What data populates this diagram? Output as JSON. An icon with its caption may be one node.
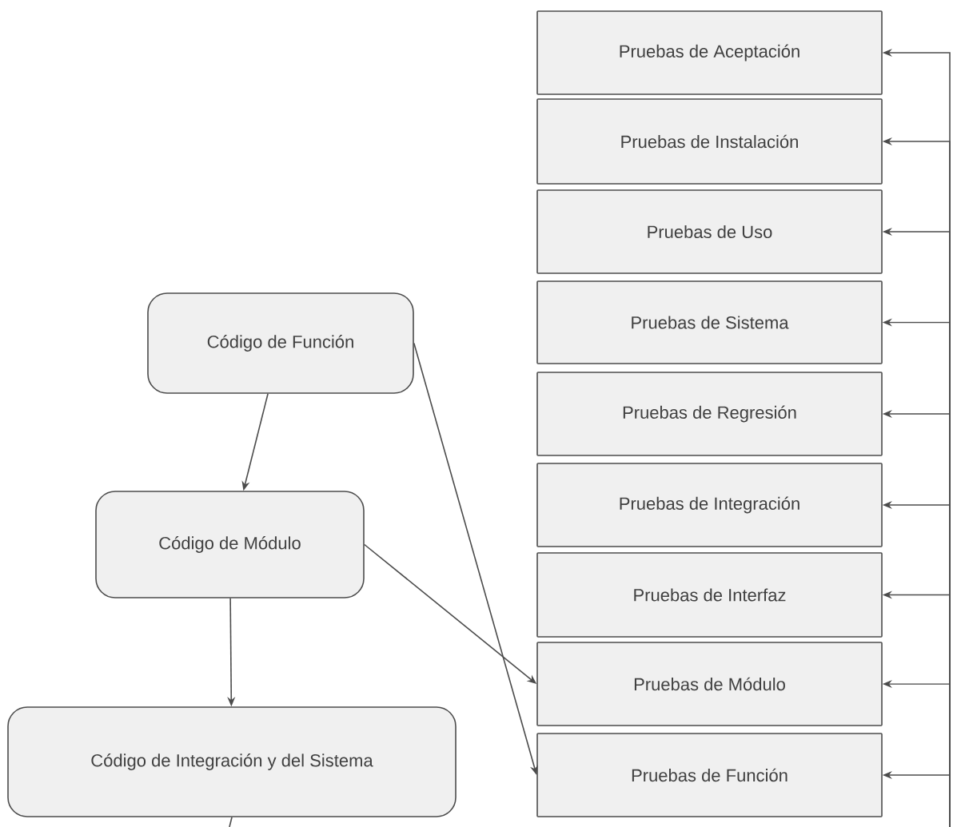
{
  "diagram": {
    "nodes": [
      {
        "text": [
          "Código de Función"
        ]
      },
      {
        "text": [
          "Código de Módulo"
        ]
      },
      {
        "text": [
          "Código de Integración y del Sistema"
        ]
      },
      {
        "text": [
          "Pruebas de Aceptación"
        ]
      },
      {
        "text": [
          "Pruebas de Instalación"
        ]
      },
      {
        "text": [
          "Pruebas de Uso"
        ]
      },
      {
        "text": [
          "Pruebas de Sistema"
        ]
      },
      {
        "text": [
          "Pruebas de Regresión"
        ]
      },
      {
        "text": [
          "Pruebas de Integración"
        ]
      },
      {
        "text": [
          "Pruebas de Interfaz"
        ]
      },
      {
        "text": [
          "Pruebas de Módulo"
        ]
      },
      {
        "text": [
          "Pruebas de Función"
        ]
      }
    ],
    "edges": [
      {
        "from": 0,
        "to": 1,
        "arrow": "to"
      },
      {
        "from": 1,
        "to": 2,
        "arrow": "to"
      },
      {
        "from": 0,
        "to": 11,
        "arrow": "to"
      },
      {
        "from": 1,
        "to": 10,
        "arrow": "to"
      },
      {
        "from": 2,
        "to": null,
        "arrow": "none"
      },
      {
        "from": null,
        "to": 3,
        "arrow": "to"
      },
      {
        "from": null,
        "to": 4,
        "arrow": "to"
      },
      {
        "from": null,
        "to": 5,
        "arrow": "to"
      },
      {
        "from": null,
        "to": 6,
        "arrow": "to"
      },
      {
        "from": null,
        "to": 7,
        "arrow": "to"
      },
      {
        "from": null,
        "to": 8,
        "arrow": "to"
      },
      {
        "from": null,
        "to": 9,
        "arrow": "to"
      },
      {
        "from": null,
        "to": 10,
        "arrow": "to"
      },
      {
        "from": null,
        "to": 11,
        "arrow": "to"
      }
    ]
  }
}
